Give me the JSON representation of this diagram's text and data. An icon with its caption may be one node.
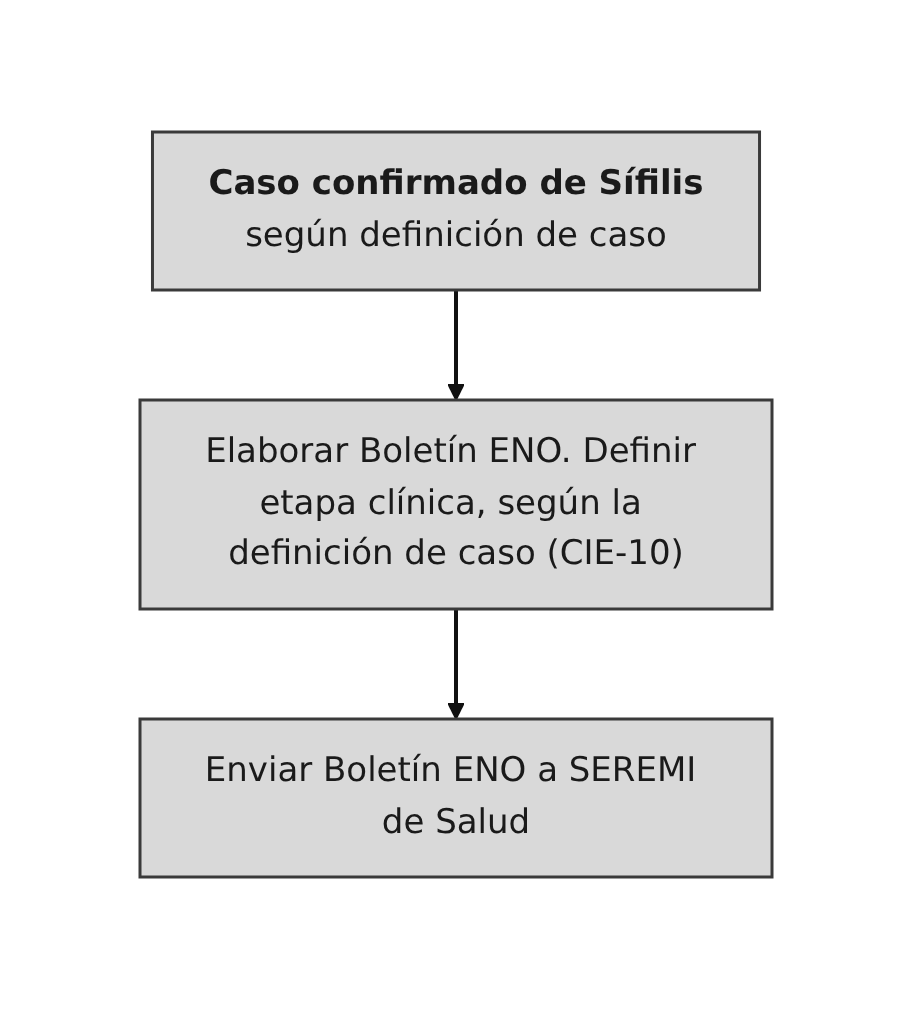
{
  "diagram": {
    "nodes": [
      {
        "text": [
          "Caso confirmado de Sífilis",
          "según definición de caso"
        ]
      },
      {
        "text": [
          "Elaborar Boletín ENO. Definir etapa clínica, según la definición de caso (CIE-10)"
        ]
      },
      {
        "text": [
          "Enviar Boletín ENO a SEREMI de Salud"
        ]
      }
    ],
    "edges": [
      {
        "from": 0,
        "to": 1,
        "arrow": "to"
      },
      {
        "from": 1,
        "to": 2,
        "arrow": "to"
      }
    ]
  }
}
